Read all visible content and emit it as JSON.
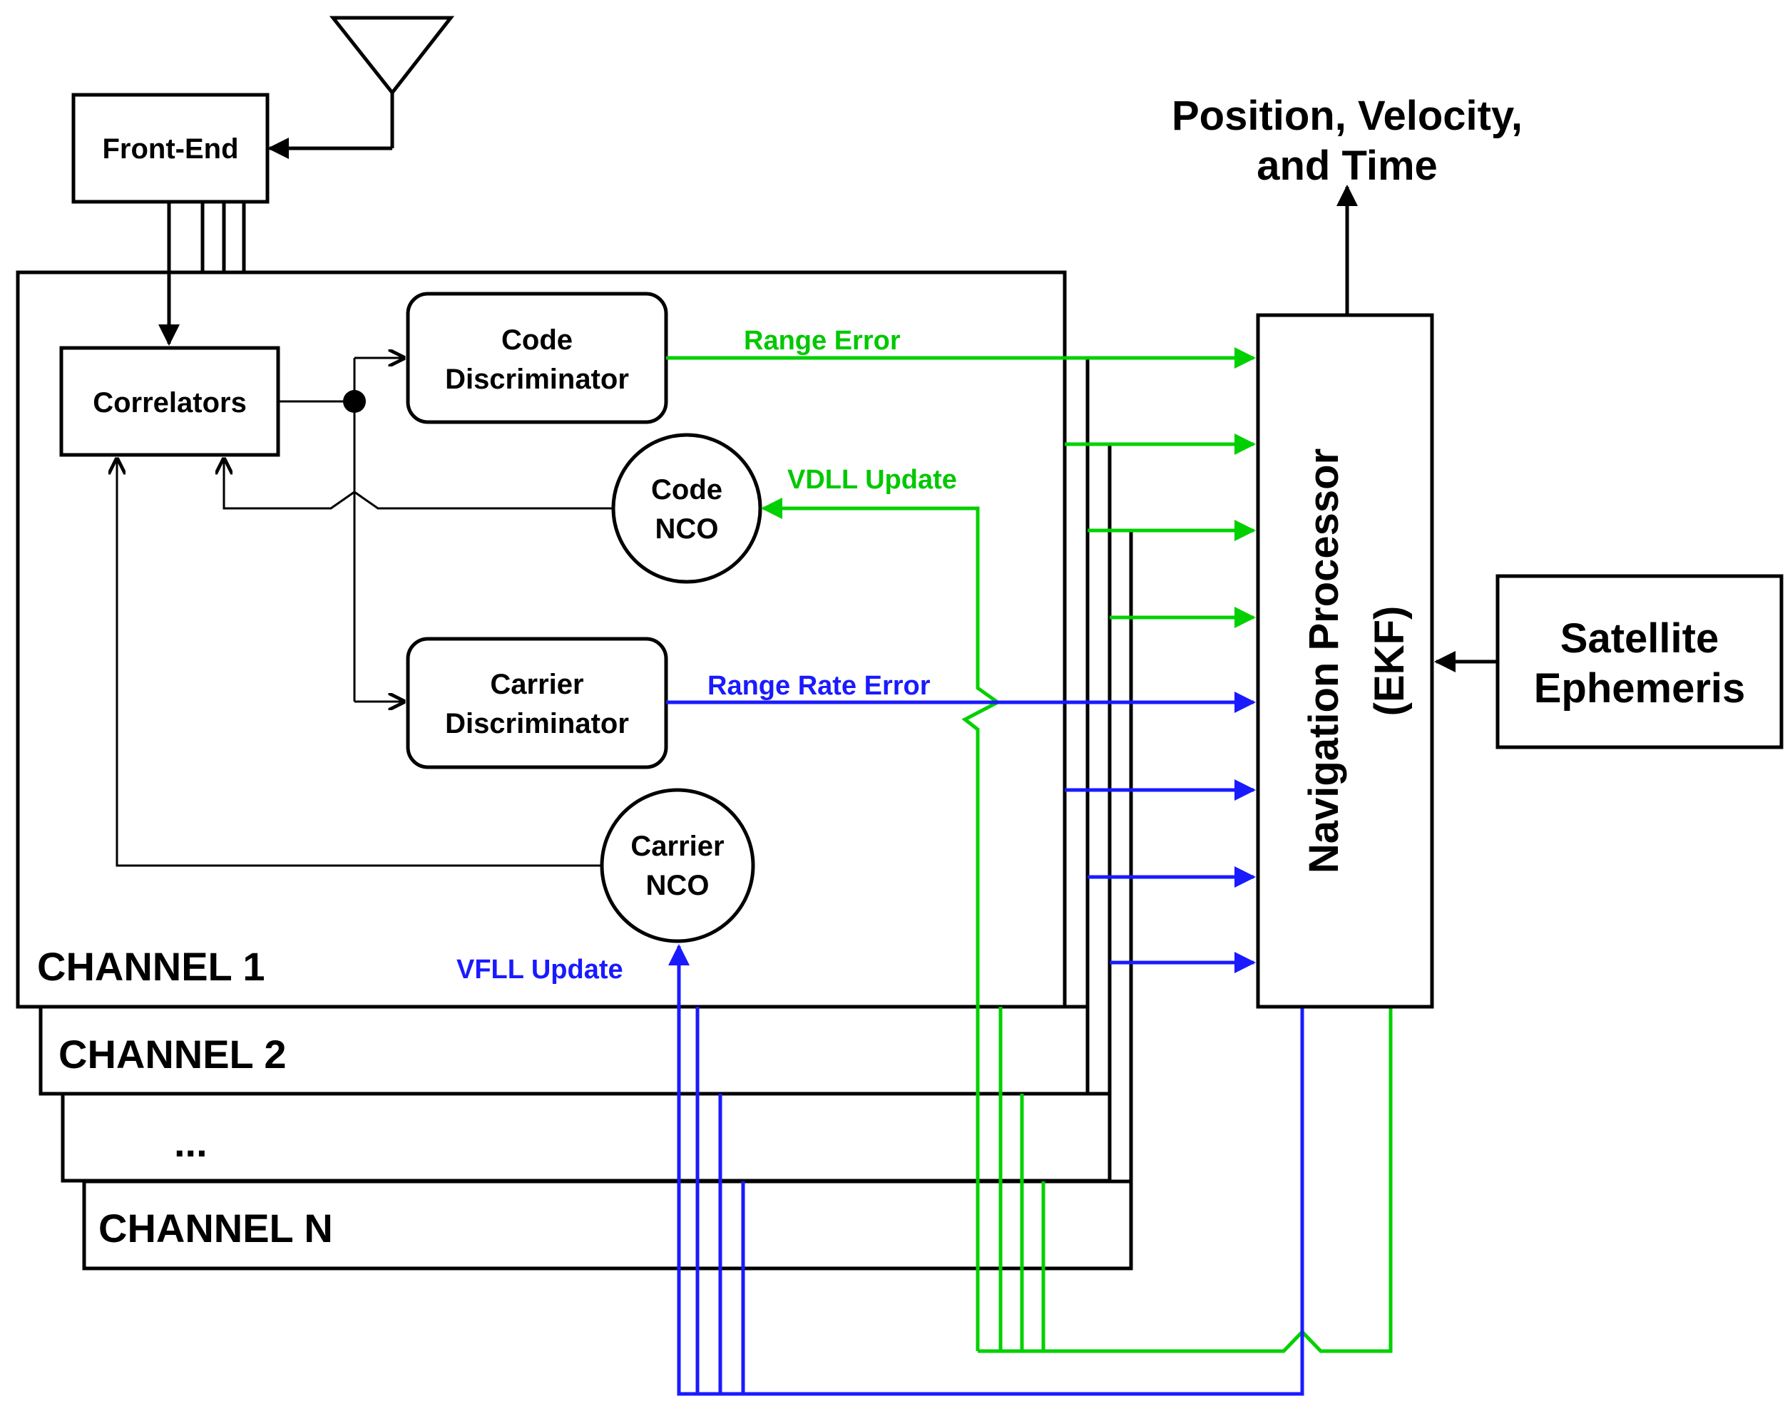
{
  "nodes": {
    "front_end": "Front-End",
    "correlators": "Correlators",
    "code_disc_1": "Code",
    "code_disc_2": "Discriminator",
    "code_nco_1": "Code",
    "code_nco_2": "NCO",
    "carrier_disc_1": "Carrier",
    "carrier_disc_2": "Discriminator",
    "carrier_nco_1": "Carrier",
    "carrier_nco_2": "NCO",
    "nav_proc_1": "Navigation Processor",
    "nav_proc_2": "(EKF)",
    "sat_eph_1": "Satellite",
    "sat_eph_2": "Ephemeris",
    "output_1": "Position, Velocity,",
    "output_2": "and Time"
  },
  "channels": {
    "ch1": "CHANNEL 1",
    "ch2": "CHANNEL 2",
    "ellipsis": "...",
    "chn": "CHANNEL N"
  },
  "signals": {
    "range_error": "Range Error",
    "vdll_update": "VDLL Update",
    "range_rate_error": "Range Rate Error",
    "vfll_update": "VFLL Update"
  },
  "colors": {
    "code_loop": "#00d000",
    "carrier_loop": "#1a1aff",
    "structure": "#000000"
  }
}
